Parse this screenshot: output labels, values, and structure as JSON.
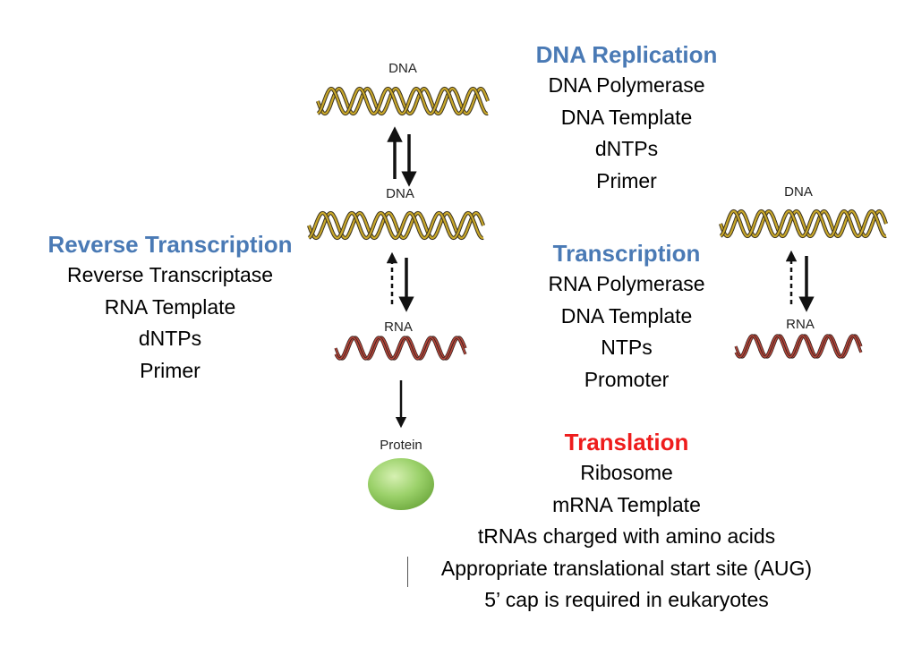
{
  "diagram": {
    "labels": {
      "dna_top": "DNA",
      "dna_middle": "DNA",
      "rna_middle": "RNA",
      "protein": "Protein",
      "dna_right": "DNA",
      "rna_right": "RNA"
    },
    "colors": {
      "dna_strand": "#c9a82a",
      "dna_outline": "#3b3320",
      "rna_strand": "#b7463a",
      "rna_outline": "#3a2420",
      "protein_fill": "#9bd16a",
      "heading_blue": "#4a7ab5",
      "heading_red": "#ee1c1c"
    }
  },
  "sections": {
    "dna_replication": {
      "title": "DNA Replication",
      "items": [
        "DNA Polymerase",
        "DNA Template",
        "dNTPs",
        "Primer"
      ]
    },
    "reverse_transcription": {
      "title": "Reverse Transcription",
      "items": [
        "Reverse Transcriptase",
        "RNA Template",
        "dNTPs",
        "Primer"
      ]
    },
    "transcription": {
      "title": "Transcription",
      "items": [
        "RNA Polymerase",
        "DNA Template",
        "NTPs",
        "Promoter"
      ]
    },
    "translation": {
      "title": "Translation",
      "items": [
        "Ribosome",
        "mRNA Template",
        "tRNAs charged with amino acids",
        "Appropriate translational start site (AUG)",
        "5’ cap is required in eukaryotes"
      ]
    }
  }
}
